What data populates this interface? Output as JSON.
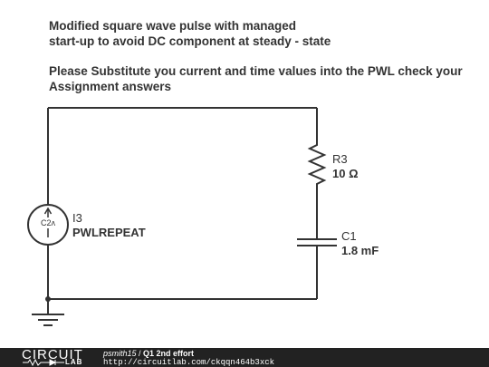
{
  "note": {
    "line1": "Modified square wave pulse with managed",
    "line2": "start-up to avoid DC component at steady - state",
    "line3": "Please Substitute you current and time values into the PWL check your",
    "line4": "Assignment answers"
  },
  "components": {
    "current_source": {
      "name": "I3",
      "value": "PWLREPEAT",
      "symbol_text": "C2ʌ"
    },
    "resistor": {
      "name": "R3",
      "value": "10 Ω"
    },
    "capacitor": {
      "name": "C1",
      "value": "1.8 mF"
    }
  },
  "footer": {
    "logo_top": "CIRCUIT",
    "logo_bottom": "LAB",
    "author": "psmith15",
    "separator": " / ",
    "title": "Q1 2nd effort",
    "url": "http://circuitlab.com/ckqqn464b3xck"
  },
  "colors": {
    "wire": "#333333",
    "text": "#333333",
    "footer_bg": "#222222"
  }
}
